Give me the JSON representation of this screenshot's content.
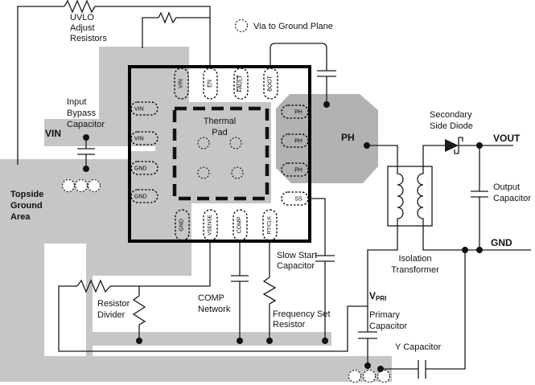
{
  "legend": {
    "via": "Via to Ground Plane"
  },
  "ic": {
    "thermal_pad": [
      "Thermal",
      "Pad"
    ],
    "pins": {
      "top": [
        "VIN",
        "EN",
        "FAULT",
        "BOOT"
      ],
      "left": [
        "VIN",
        "VIN",
        "GND",
        "GND"
      ],
      "bottom": [
        "GND",
        "VSENSE",
        "COMP",
        "RT/CLK"
      ],
      "right": [
        "PH",
        "PH",
        "PH",
        "SS"
      ]
    }
  },
  "nets": {
    "vin": "VIN",
    "ph": "PH",
    "vout": "VOUT",
    "gnd": "GND",
    "vpri_base": "V",
    "vpri_sub": "PRI"
  },
  "annotations": {
    "uvlo": [
      "UVLO",
      "Adjust",
      "Resistors"
    ],
    "input_bypass": [
      "Input",
      "Bypass",
      "Capacitor"
    ],
    "topside_ground": [
      "Topside",
      "Ground",
      "Area"
    ],
    "secondary_diode": [
      "Secondary",
      "Side Diode"
    ],
    "output_capacitor": [
      "Output",
      "Capacitor"
    ],
    "isolation_transformer": [
      "Isolation",
      "Transformer"
    ],
    "resistor_divider": [
      "Resistor",
      "Divider"
    ],
    "comp_network": [
      "COMP",
      "Network"
    ],
    "frequency_set_resistor": [
      "Frequency Set",
      "Resistor"
    ],
    "slow_start_capacitor": [
      "Slow Start",
      "Capacitor"
    ],
    "primary_capacitor": [
      "Primary",
      "Capacitor"
    ],
    "y_capacitor": "Y Capacitor"
  },
  "colors": {
    "copper_pour": "#c6c6c6",
    "ph_plane": "#b2b2b2",
    "line": "#1a1a1a",
    "background": "#ffffff"
  }
}
